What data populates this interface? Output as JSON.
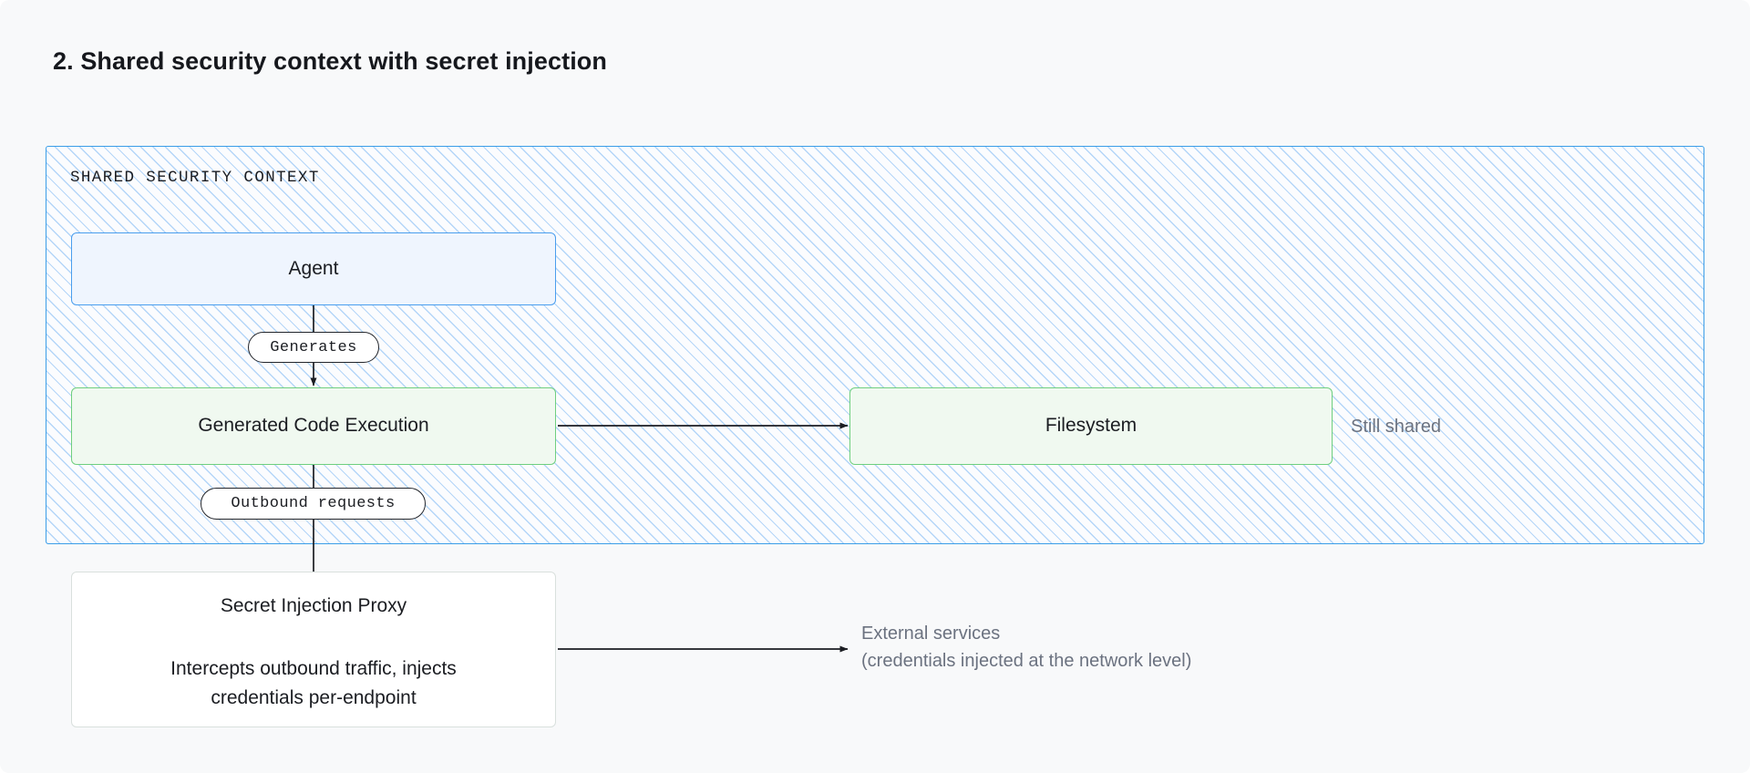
{
  "page": {
    "title": "2. Shared security context with secret injection",
    "background_color": "#f8f9fa"
  },
  "container": {
    "label": "SHARED SECURITY CONTEXT",
    "border_color": "#3b9ee8",
    "hatch_color": "#89bef5"
  },
  "nodes": {
    "agent": {
      "label": "Agent",
      "fill_color": "#eff5fe",
      "border_color": "#4a9eee"
    },
    "code_execution": {
      "label": "Generated Code Execution",
      "fill_color": "#f0f9f0",
      "border_color": "#6fcf7f"
    },
    "filesystem": {
      "label": "Filesystem",
      "fill_color": "#f0f9f0",
      "border_color": "#6fcf7f"
    },
    "proxy": {
      "title": "Secret Injection Proxy",
      "description": "Intercepts outbound traffic, injects credentials per-endpoint",
      "fill_color": "#ffffff",
      "border_color": "#d9e0dd"
    }
  },
  "edge_labels": {
    "generates": "Generates",
    "outbound_requests": "Outbound requests"
  },
  "annotations": {
    "still_shared": "Still shared",
    "external_services": "External services\n(credentials injected at the network level)",
    "muted_color": "#6b7280"
  },
  "chart_data": {
    "type": "diagram",
    "title": "2. Shared security context with secret injection",
    "groups": [
      {
        "id": "shared-security-context",
        "label": "SHARED SECURITY CONTEXT",
        "members": [
          "agent",
          "code_execution",
          "filesystem"
        ]
      }
    ],
    "nodes": [
      {
        "id": "agent",
        "label": "Agent",
        "style": "blue",
        "inside_group": true
      },
      {
        "id": "code_execution",
        "label": "Generated Code Execution",
        "style": "green",
        "inside_group": true
      },
      {
        "id": "filesystem",
        "label": "Filesystem",
        "style": "green",
        "inside_group": true
      },
      {
        "id": "proxy",
        "label": "Secret Injection Proxy",
        "style": "white",
        "inside_group": false
      }
    ],
    "edges": [
      {
        "from": "agent",
        "to": "code_execution",
        "label": "Generates",
        "direction": "down"
      },
      {
        "from": "code_execution",
        "to": "filesystem",
        "label": "",
        "direction": "right"
      },
      {
        "from": "code_execution",
        "to": "proxy",
        "label": "Outbound requests",
        "direction": "down"
      },
      {
        "from": "proxy",
        "to": "external_services",
        "label": "",
        "direction": "right"
      }
    ]
  }
}
